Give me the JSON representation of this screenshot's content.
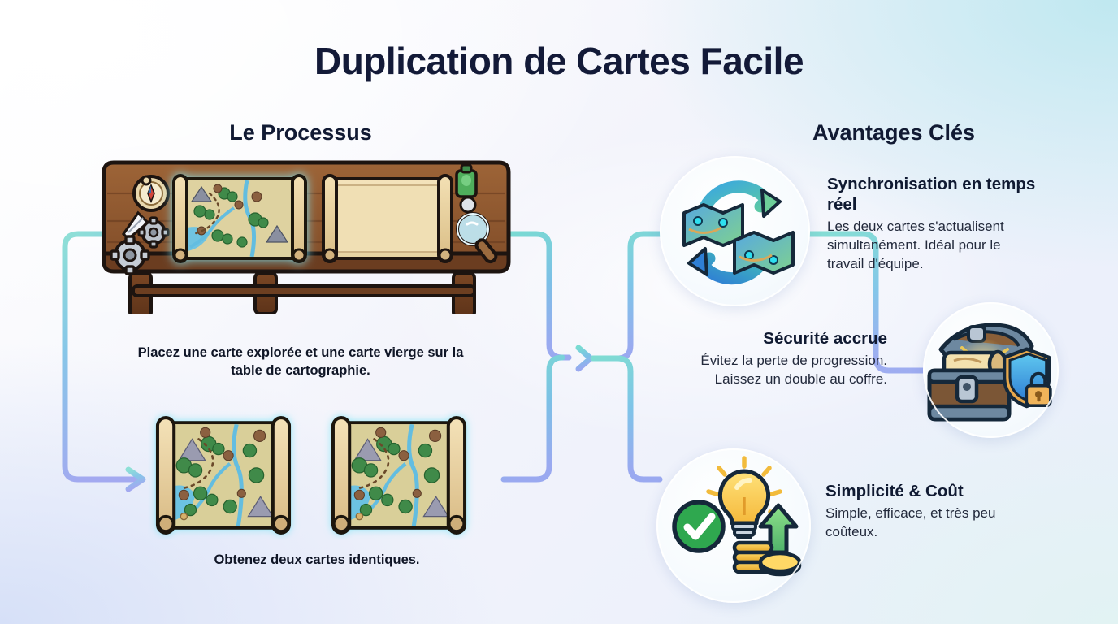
{
  "page": {
    "title": "Duplication de Cartes Facile",
    "background_colors": {
      "base": "#f3f4fb",
      "top_right": "#bfe8f0",
      "bottom_left": "#d6e0f8",
      "bottom_right": "#e2f3f3",
      "title_color": "#131a38"
    }
  },
  "left_column": {
    "heading": "Le Processus",
    "steps": [
      {
        "illustration": "cartography-table-with-explored-map-and-blank-scroll",
        "caption": "Placez une carte explorée et une carte vierge sur la table de cartographie."
      },
      {
        "illustration": "two-identical-map-scrolls",
        "caption": "Obtenez deux cartes identiques."
      }
    ]
  },
  "right_column": {
    "heading": "Avantages Clés",
    "benefits": [
      {
        "icon": "map-sync-arrows-icon",
        "title": "Synchronisation en temps réel",
        "body": "Les deux cartes s'actualisent simultanément. Idéal pour le travail d'équipe."
      },
      {
        "icon": "treasure-chest-shield-lock-icon",
        "title": "Sécurité accrue",
        "body": "Évitez la perte de progression. Laissez un double au coffre."
      },
      {
        "icon": "checkmark-lightbulb-coins-icon",
        "title": "Simplicité & Coût",
        "body": "Simple, efficace, et très peu coûteux."
      }
    ]
  },
  "connectors": {
    "gradient_start": "#7fdcd2",
    "gradient_end": "#9aa9f0",
    "flow_arrow": "arrow-right-icon"
  }
}
